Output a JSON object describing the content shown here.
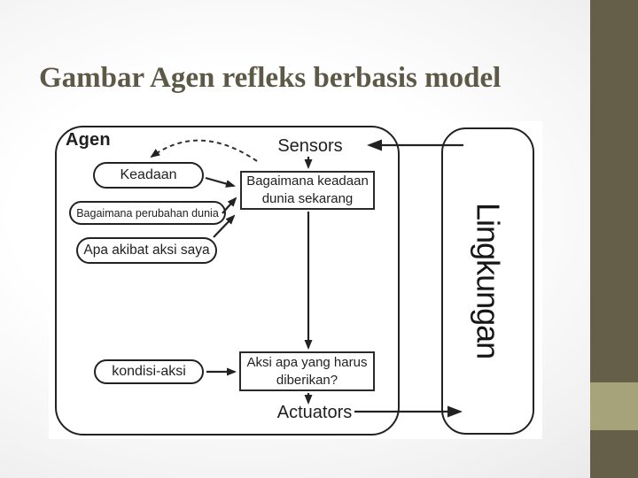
{
  "slide": {
    "title": "Gambar Agen refleks berbasis model"
  },
  "diagram": {
    "agent_label": "Agen",
    "environment_label": "Lingkungan",
    "sensors_label": "Sensors",
    "actuators_label": "Actuators",
    "state_ellipse": "Keadaan",
    "world_change_ellipse": "Bagaimana perubahan dunia",
    "action_effect_ellipse": "Apa akibat aksi saya",
    "condition_action_ellipse": "kondisi-aksi",
    "world_state_box": {
      "line1": "Bagaimana keadaan",
      "line2": "dunia sekarang"
    },
    "action_box": {
      "line1": "Aksi apa yang harus",
      "line2": "diberikan?"
    }
  },
  "colors": {
    "accent_dark": "#655e49",
    "accent_light": "#a6a37b",
    "title_text": "#5e5947",
    "diagram_ink": "#1f1f1f"
  }
}
